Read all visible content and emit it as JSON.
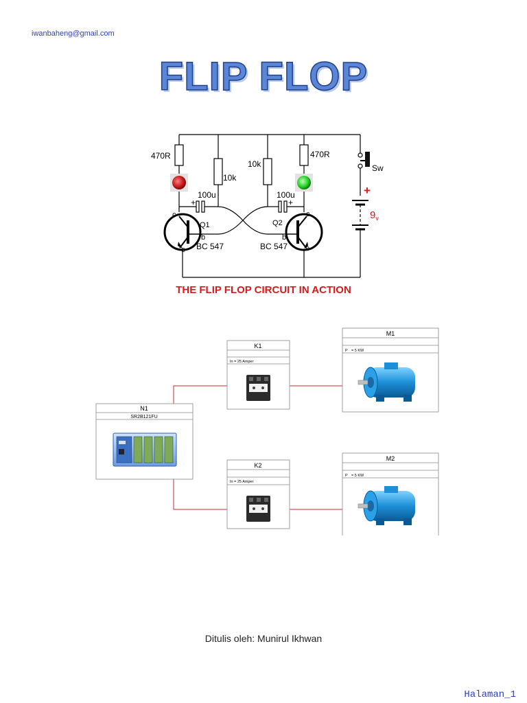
{
  "header": {
    "email": "iwanbaheng@gmail.com"
  },
  "title": "FLIP FLOP",
  "circuit": {
    "r1": "470R",
    "r2": "10k",
    "r3": "10k",
    "r4": "470R",
    "c1": "100u",
    "c2": "100u",
    "q1": "Q1",
    "q2": "Q2",
    "q1_type": "BC 547",
    "q2_type": "BC 547",
    "pin_c": "c",
    "pin_b": "b",
    "pin_e": "e",
    "plus": "+",
    "switch": "Sw",
    "battery_plus": "+",
    "battery_volt": "9",
    "battery_unit": "v",
    "caption": "THE FLIP FLOP CIRCUIT IN ACTION",
    "led_left_color": "#c41616",
    "led_right_color": "#22cc22"
  },
  "wiring": {
    "plc": {
      "name": "N1",
      "model": "SR2B121FU"
    },
    "k1": {
      "name": "K1",
      "rating": "In   = 25 Amper"
    },
    "k2": {
      "name": "K2",
      "rating": "In   = 25 Amper"
    },
    "m1": {
      "name": "M1",
      "power_label": "P",
      "power_value": "=     5 KW"
    },
    "m2": {
      "name": "M2",
      "power_label": "P",
      "power_value": "=     5 KW"
    },
    "wire_color": "#d22a2a"
  },
  "footer": {
    "author": "Ditulis oleh: Munirul Ikhwan",
    "page": "Halaman_1"
  }
}
